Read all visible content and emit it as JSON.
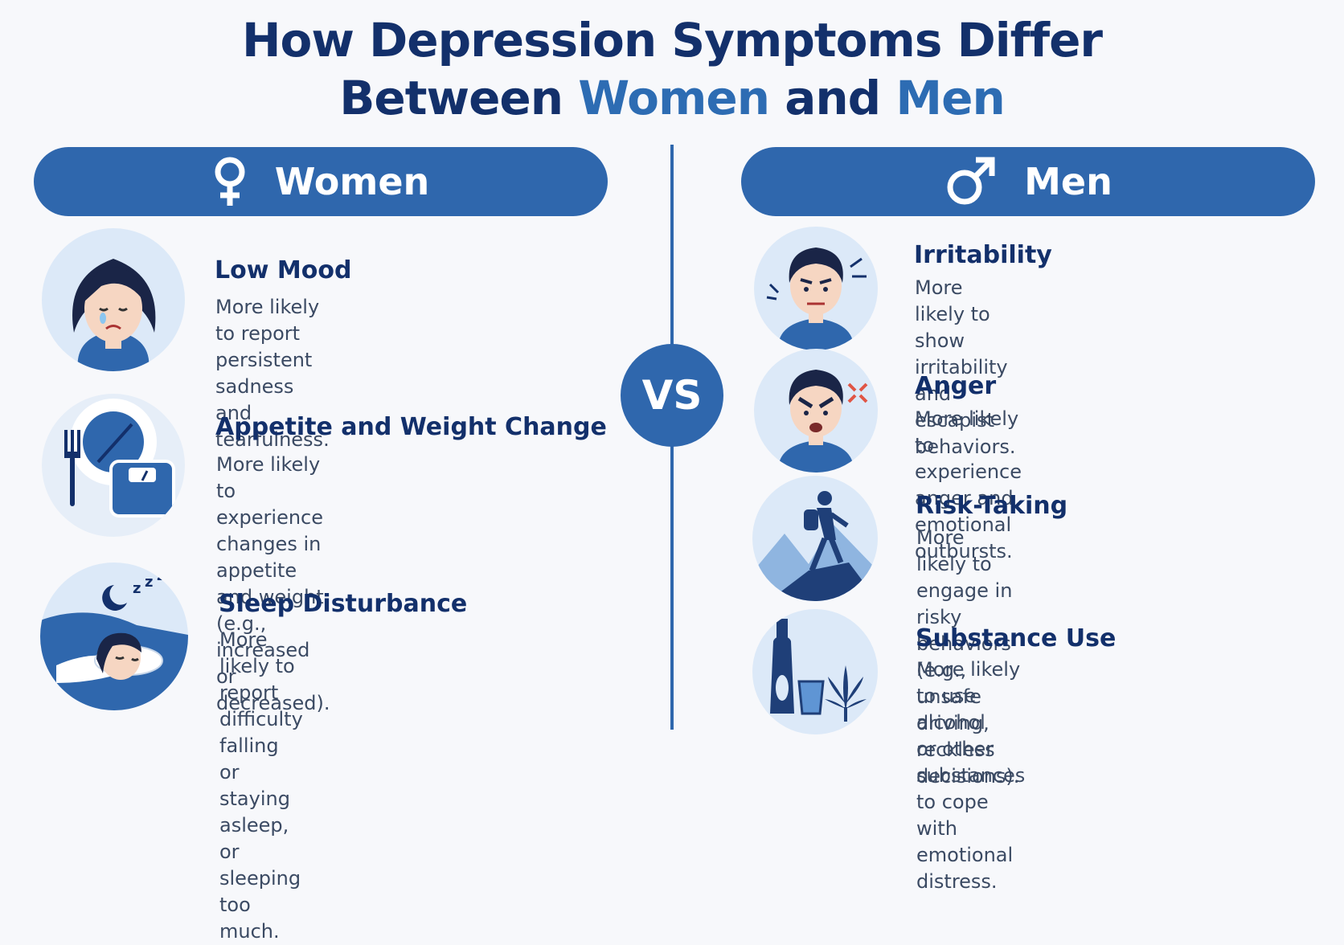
{
  "title": {
    "line1": "How Depression Symptoms Differ",
    "line2_prefix": "Between ",
    "line2_women": "Women",
    "line2_mid": " and ",
    "line2_men": "Men"
  },
  "women": {
    "label": "Women",
    "icon": "female-symbol-icon",
    "items": [
      {
        "title": "Low Mood",
        "text": "More likely to report persistent\nsadness and tearfulness.",
        "icon": "sad-woman-icon"
      },
      {
        "title": "Appetite and Weight Change",
        "text": "More likely to experience\nchanges in appetite and weight\n(e.g., increased or decreased).",
        "icon": "plate-scale-icon"
      },
      {
        "title": "Sleep Disturbance",
        "text": "More likely to report difficulty\nfalling or staying asleep,\nor sleeping too much.",
        "icon": "sleeping-woman-icon"
      }
    ]
  },
  "men": {
    "label": "Men",
    "icon": "male-symbol-icon",
    "items": [
      {
        "title": "Irritability",
        "text": "More likely to show irritability\nand escapist behaviors.",
        "icon": "irritated-man-icon"
      },
      {
        "title": "Anger",
        "text": "More likely to experience\nanger and emotional outbursts.",
        "icon": "angry-man-icon"
      },
      {
        "title": "Risk-Taking",
        "text": "More likely to engage in\nrisky behaviors (e.g., unsafe driving,\nreckless decisions).",
        "icon": "climber-icon"
      },
      {
        "title": "Substance Use",
        "text": "More likely to use alcohol\nor other substances to cope\nwith emotional distress.",
        "icon": "bottle-leaf-icon"
      }
    ]
  },
  "vs_label": "VS",
  "colors": {
    "primary": "#2f67ad",
    "dark": "#13306b",
    "accent": "#2d6cb3",
    "light": "#dce9f8"
  }
}
